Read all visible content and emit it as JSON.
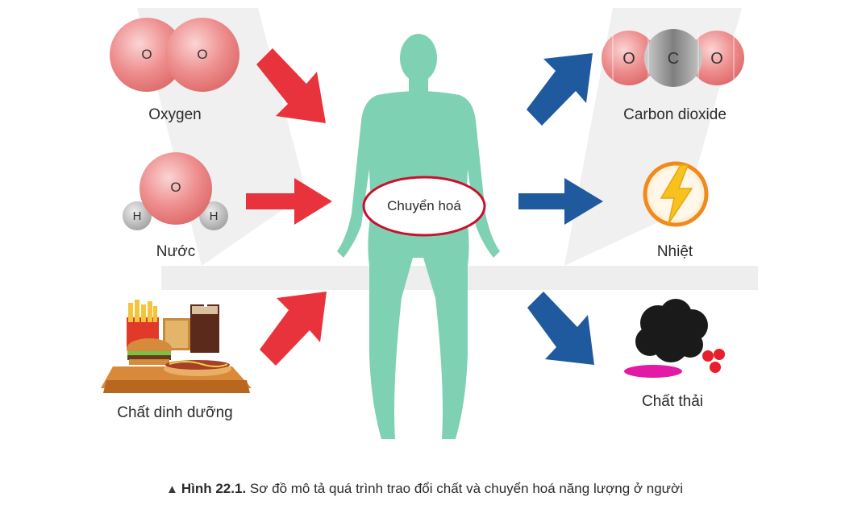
{
  "inputs": [
    {
      "label": "Oxygen",
      "atoms": [
        "O",
        "O"
      ]
    },
    {
      "label": "Nước",
      "atoms": [
        "O",
        "H",
        "H"
      ]
    },
    {
      "label": "Chất dinh dưỡng"
    }
  ],
  "process": {
    "label": "Chuyển hoá"
  },
  "outputs": [
    {
      "label": "Carbon dioxide",
      "atoms": [
        "O",
        "C",
        "O"
      ]
    },
    {
      "label": "Nhiệt"
    },
    {
      "label": "Chất thải"
    }
  ],
  "caption": {
    "marker": "▲",
    "figure_number": "Hình 22.1.",
    "text": "Sơ đồ mô tả quá trình trao đổi chất và chuyển hoá năng lượng ở người"
  },
  "colors": {
    "input_arrow": "#e8333c",
    "output_arrow": "#1f5a9e",
    "body": "#7fd1b3",
    "process_ring": "#c8102e",
    "oxygen_atom": "#ee8a8a",
    "hydrogen_atom": "#b9b9b9",
    "carbon_atom": "#9a9a9a",
    "heat_ring": "#f08a1c",
    "heat_bolt": "#f7c21e",
    "waste_cloud": "#1a1a1a",
    "waste_dots": "#e81e2a",
    "waste_puddle": "#e21aa5",
    "watermark": "#e3e3e3"
  }
}
